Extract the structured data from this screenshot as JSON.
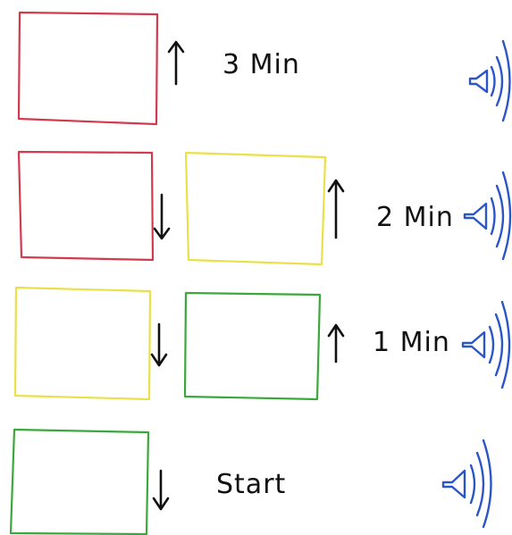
{
  "colors": {
    "red": "#d23a4e",
    "yellow": "#e9e04a",
    "green": "#3aa83a",
    "ink": "#111111",
    "speaker_blue": "#2a56c8"
  },
  "icons": {
    "arrow_up": "arrow-up-icon",
    "arrow_down": "arrow-down-icon",
    "speaker": "speaker-icon"
  },
  "rows": [
    {
      "label": "3 Min",
      "boxes": [
        "red"
      ],
      "arrow_after_first": "up"
    },
    {
      "label": "2 Min",
      "boxes": [
        "red",
        "yellow"
      ],
      "arrow_after_first": "down",
      "arrow_after_second": "up"
    },
    {
      "label": "1 Min",
      "boxes": [
        "yellow",
        "green"
      ],
      "arrow_after_first": "down",
      "arrow_after_second": "up"
    },
    {
      "label": "Start",
      "boxes": [
        "green"
      ],
      "arrow_after_first": "down"
    }
  ]
}
